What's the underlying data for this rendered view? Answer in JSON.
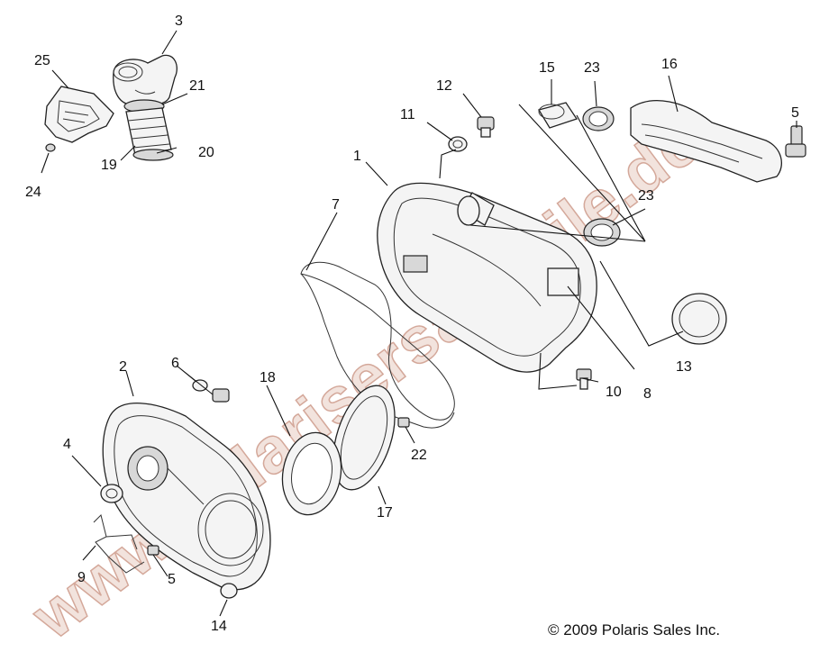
{
  "watermark": "www.polarisersatzteile.de",
  "copyright": "© 2009 Polaris Sales Inc.",
  "callouts": {
    "c1": "1",
    "c2": "2",
    "c3": "3",
    "c4": "4",
    "c5a": "5",
    "c5b": "5",
    "c6": "6",
    "c7": "7",
    "c8": "8",
    "c9": "9",
    "c10": "10",
    "c11": "11",
    "c12": "12",
    "c13": "13",
    "c14": "14",
    "c15": "15",
    "c16": "16",
    "c17": "17",
    "c18": "18",
    "c19": "19",
    "c20": "20",
    "c21": "21",
    "c22": "22",
    "c23a": "23",
    "c23b": "23",
    "c24": "24",
    "c25": "25"
  }
}
